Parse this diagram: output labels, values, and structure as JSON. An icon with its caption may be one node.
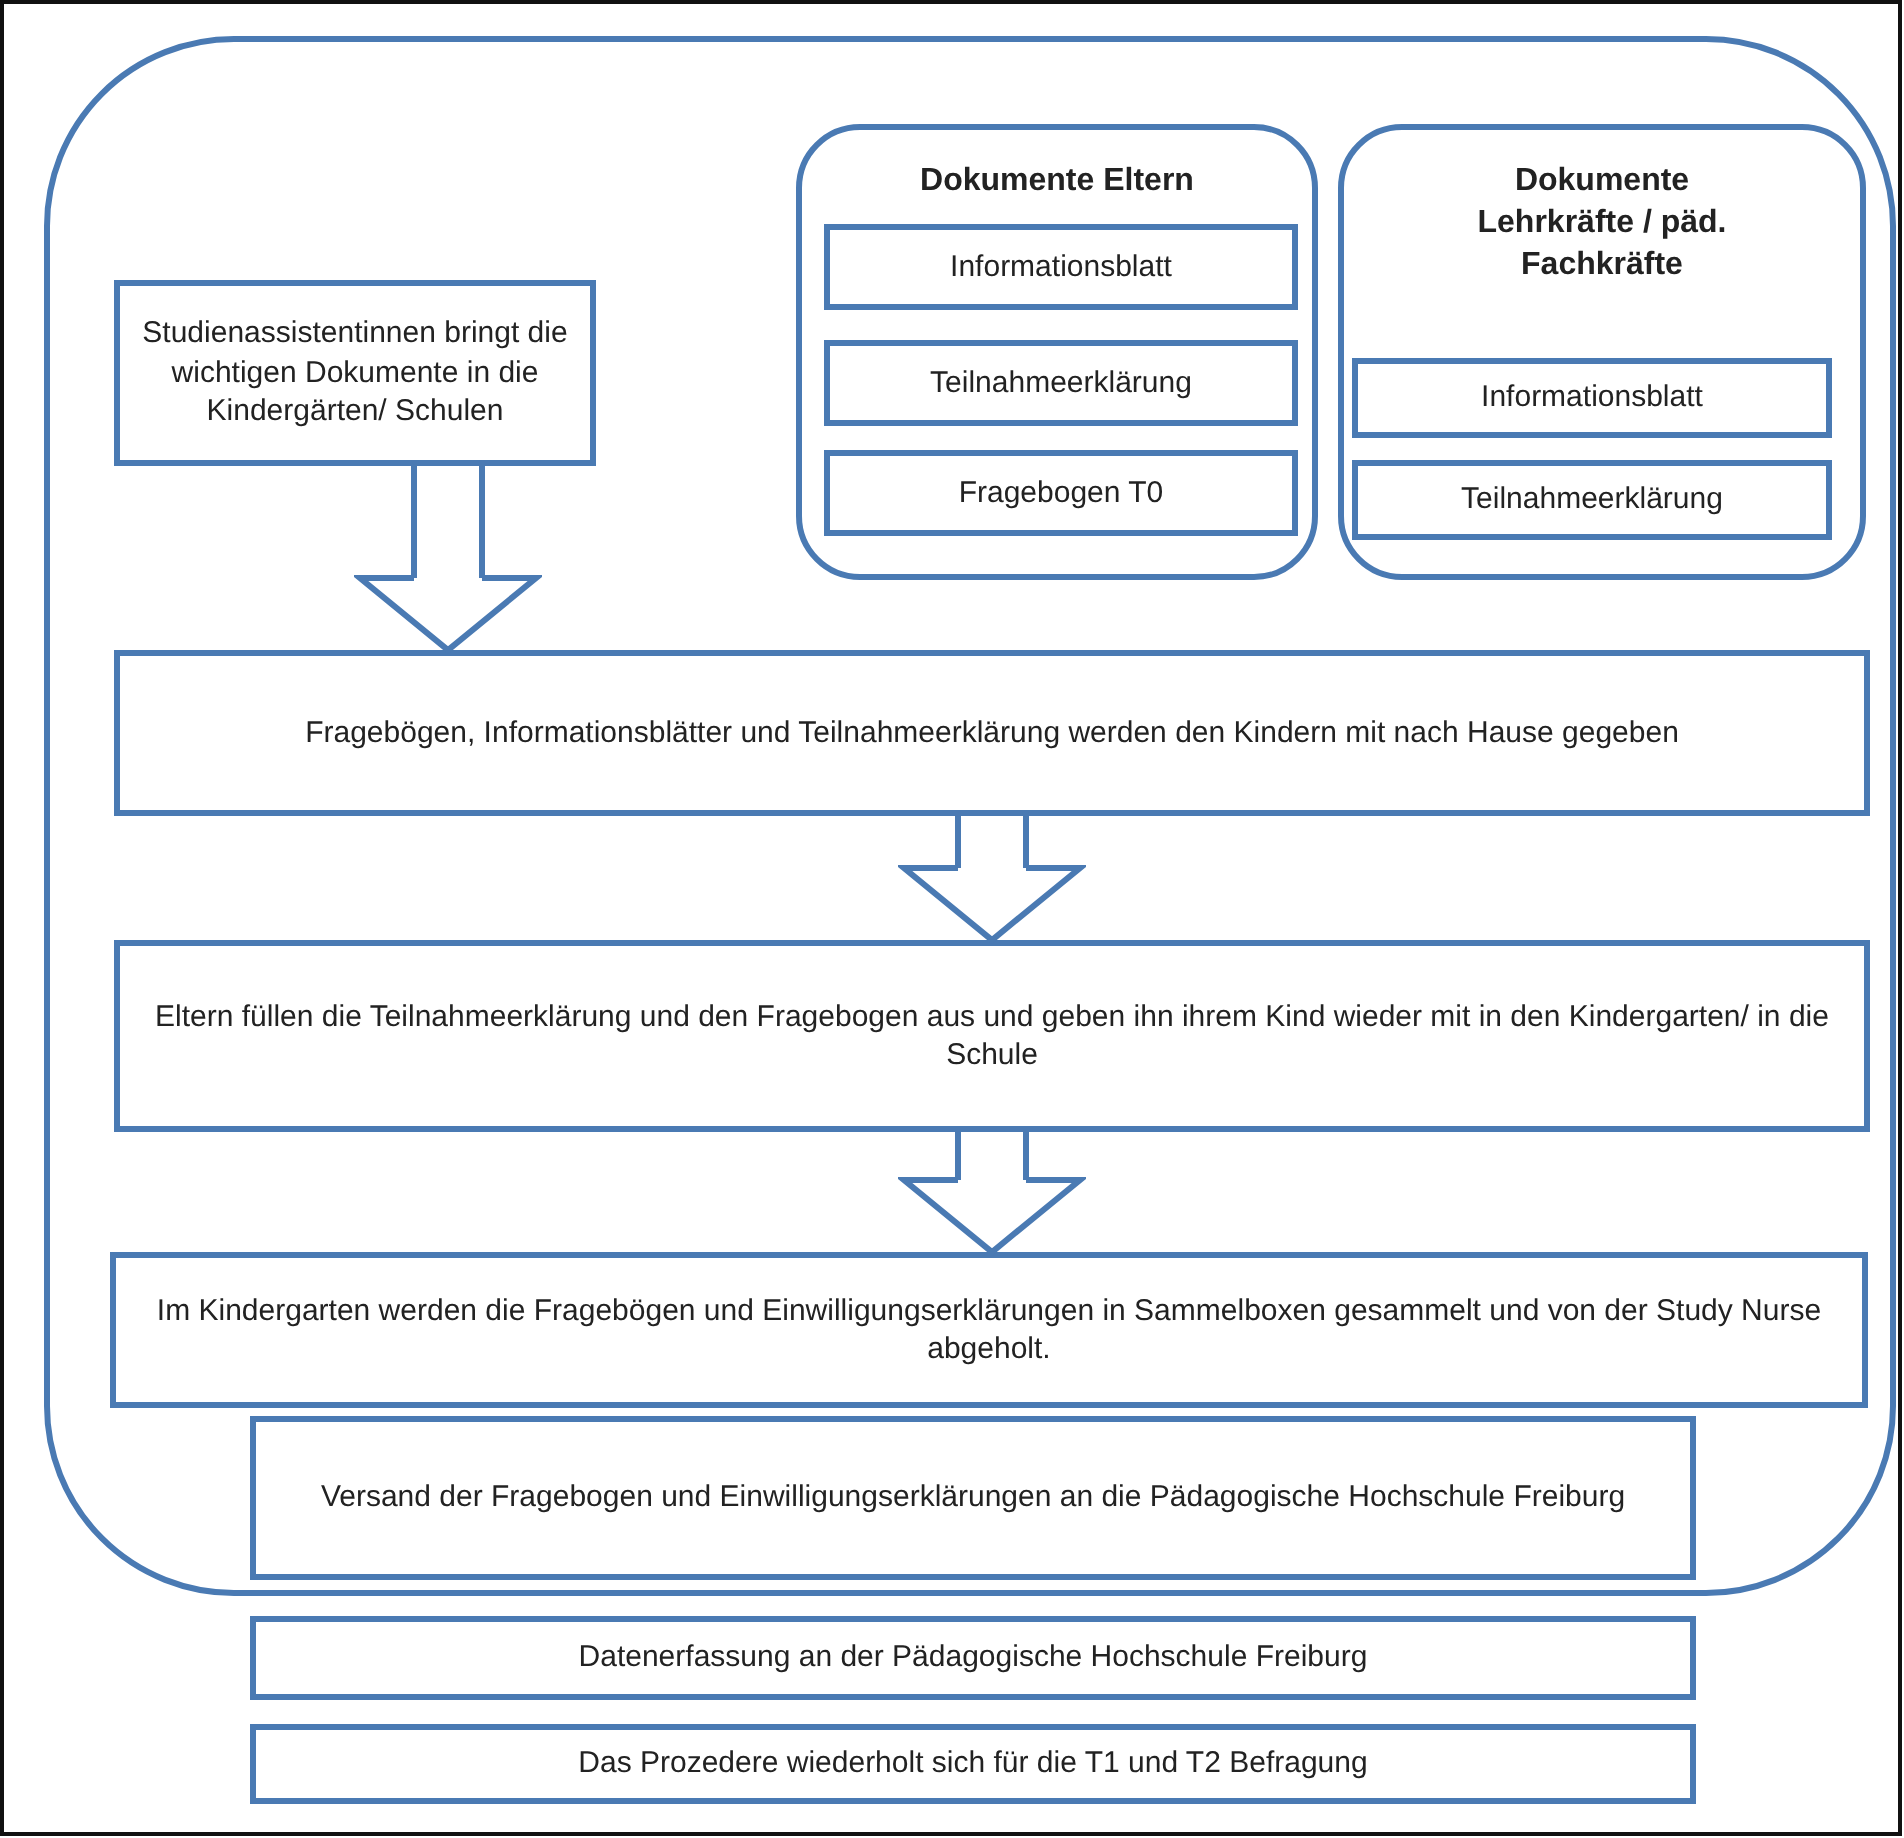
{
  "diagram": {
    "nodes": [
      {
        "text": [],
        "shape": "box"
      },
      {
        "text": [
          "Studienassistentinnen bringt die wichtigen Dokumente in die Kindergärten/ Schulen"
        ],
        "in": 0
      },
      {
        "text": [
          "Dokumente Eltern"
        ],
        "in": 0
      },
      {
        "text": [
          "Informationsblatt"
        ],
        "in": 2
      },
      {
        "text": [
          "Teilnahmeerklärung"
        ],
        "in": 2
      },
      {
        "text": [
          "Fragebogen T0"
        ],
        "in": 2
      },
      {
        "text": [
          "Dokumente Lehrkräfte / päd. Fachkräfte"
        ],
        "in": 0
      },
      {
        "text": [
          "Informationsblatt"
        ],
        "in": 6
      },
      {
        "text": [
          "Teilnahmeerklärung"
        ],
        "in": 6
      },
      {
        "text": [
          "Fragebögen, Informationsblätter und Teilnahmeerklärung werden den Kindern mit nach Hause gegeben"
        ],
        "in": 0
      },
      {
        "text": [
          "Eltern füllen die Teilnahmeerklärung und den Fragebogen aus und geben ihn ihrem Kind wieder mit in den Kindergarten/ in die Schule"
        ],
        "in": 0
      },
      {
        "text": [
          "Im Kindergarten werden die Fragebögen und Einwilligungserklärungen in Sammelboxen gesammelt und von der Study Nurse abgeholt."
        ],
        "in": 0
      },
      {
        "text": [
          "Versand der Fragebogen und Einwilligungserklärungen an die Pädagogische Hochschule Freiburg"
        ],
        "in": 0
      },
      {
        "text": [
          "Datenerfassung an der Pädagogische Hochschule Freiburg"
        ]
      },
      {
        "text": [
          "Das Prozedere wiederholt sich für die T1 und T2 Befragung"
        ]
      }
    ],
    "edges": [
      {
        "from": 1,
        "to": 9,
        "arrow": "to"
      },
      {
        "from": 9,
        "to": 10,
        "arrow": "to"
      },
      {
        "from": 10,
        "to": 11,
        "arrow": "to"
      }
    ]
  }
}
